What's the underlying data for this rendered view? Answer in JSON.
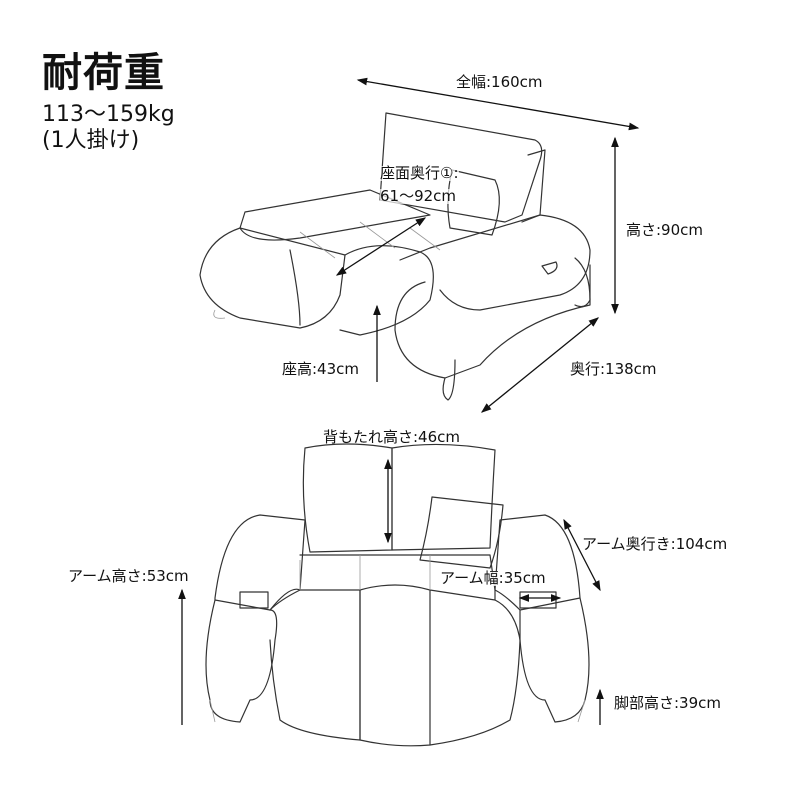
{
  "title": "耐荷重",
  "weight": {
    "range": "113〜159kg",
    "note": "(1人掛け)"
  },
  "dimensions": {
    "full_width": "全幅:160cm",
    "seat_depth_label": "座面奥行①:",
    "seat_depth_value": "61〜92cm",
    "height": "高さ:90cm",
    "seat_height": "座高:43cm",
    "depth": "奥行:138cm",
    "back_height": "背もたれ高さ:46cm",
    "arm_depth": "アーム奥行き:104cm",
    "arm_height": "アーム高さ:53cm",
    "arm_width": "アーム幅:35cm",
    "leg_height": "脚部高さ:39cm"
  }
}
